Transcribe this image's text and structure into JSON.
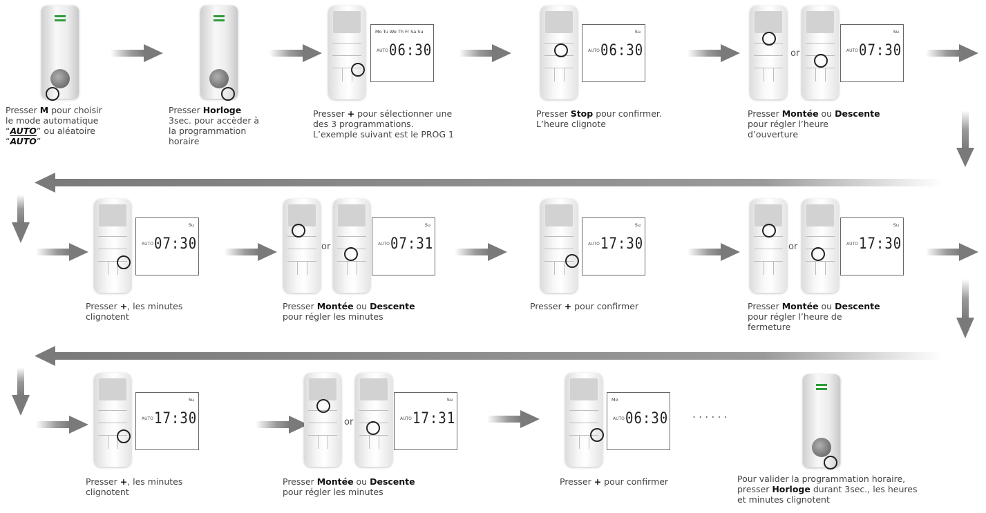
{
  "captions": {
    "c1": {
      "pre": "Presser ",
      "b": "M",
      "post": " pour choisir",
      "l2": "le mode automatique",
      "l3a": "“",
      "l3b": "AUTO",
      "l3c": "” ou aléatoire",
      "l4a": "“",
      "l4b": "AUTO",
      "l4c": "”"
    },
    "c2": {
      "pre": "Presser ",
      "b": "Horloge",
      "l2": " 3sec. pour accèder à",
      "l3": "la programmation",
      "l4": "horaire"
    },
    "c3": {
      "pre": "Presser ",
      "b": "+",
      "post": " pour sélectionner une",
      "l2": "des 3 programmations.",
      "l3": "L’exemple suivant est le PROG 1"
    },
    "c4": {
      "pre": "Presser ",
      "b": "Stop",
      "post": " pour confirmer.",
      "l2": "L’heure clignote"
    },
    "c5": {
      "pre": "Presser ",
      "b": "Montée",
      "mid": " ou ",
      "b2": "Descente",
      "l2": "pour régler l’heure",
      "l3": "d’ouverture"
    },
    "c6": {
      "pre": "Presser ",
      "b": "+",
      "post": ", les minutes",
      "l2": "clignotent"
    },
    "c7": {
      "pre": "Presser ",
      "b": "Montée",
      "mid": " ou ",
      "b2": "Descente",
      "l2": "pour régler les minutes"
    },
    "c8": {
      "pre": "Presser ",
      "b": "+",
      "post": "  pour confirmer"
    },
    "c9": {
      "pre": "Presser ",
      "b": "Montée",
      "mid": " ou ",
      "b2": "Descente",
      "l2": "pour régler l’heure de",
      "l3": "fermeture"
    },
    "c10": {
      "pre": "Presser ",
      "b": "+",
      "post": ", les minutes",
      "l2": "clignotent"
    },
    "c11": {
      "pre": "Presser ",
      "b": "Montée",
      "mid": " ou ",
      "b2": "Descente",
      "l2": "pour régler les minutes"
    },
    "c12": {
      "pre": "Presser ",
      "b": "+",
      "post": " pour confirmer"
    },
    "c13": {
      "l1": "Pour valider la programmation horaire,",
      "pre": "presser ",
      "b": "Horloge",
      "post": " durant 3sec., les heures",
      "l3": "et minutes clignotent"
    }
  },
  "displays": {
    "d1": {
      "days": "Mo Tu We Th Fr Sa Su",
      "time": "06:30",
      "auto": "AUTO"
    },
    "d2": {
      "days": "Su",
      "time": "06:30",
      "auto": "AUTO"
    },
    "d3": {
      "days": "Su",
      "time": "07:30",
      "auto": "AUTO"
    },
    "d4": {
      "days": "Su",
      "time": "07:30",
      "auto": "AUTO"
    },
    "d5": {
      "days": "Su",
      "time": "07:31",
      "auto": "AUTO"
    },
    "d6": {
      "days": "Su",
      "time": "17:30",
      "auto": "AUTO"
    },
    "d7": {
      "days": "Su",
      "time": "17:30",
      "auto": "AUTO"
    },
    "d8": {
      "days": "Su",
      "time": "17:30",
      "auto": "AUTO"
    },
    "d9": {
      "days": "Su",
      "time": "17:31",
      "auto": "AUTO"
    },
    "d10": {
      "days": "Mo",
      "time": "06:30",
      "auto": "AUTO"
    }
  },
  "labels": {
    "or": "or",
    "dots": "......"
  },
  "colors": {
    "arrow": "#808080",
    "led": "#2e9b3a"
  }
}
